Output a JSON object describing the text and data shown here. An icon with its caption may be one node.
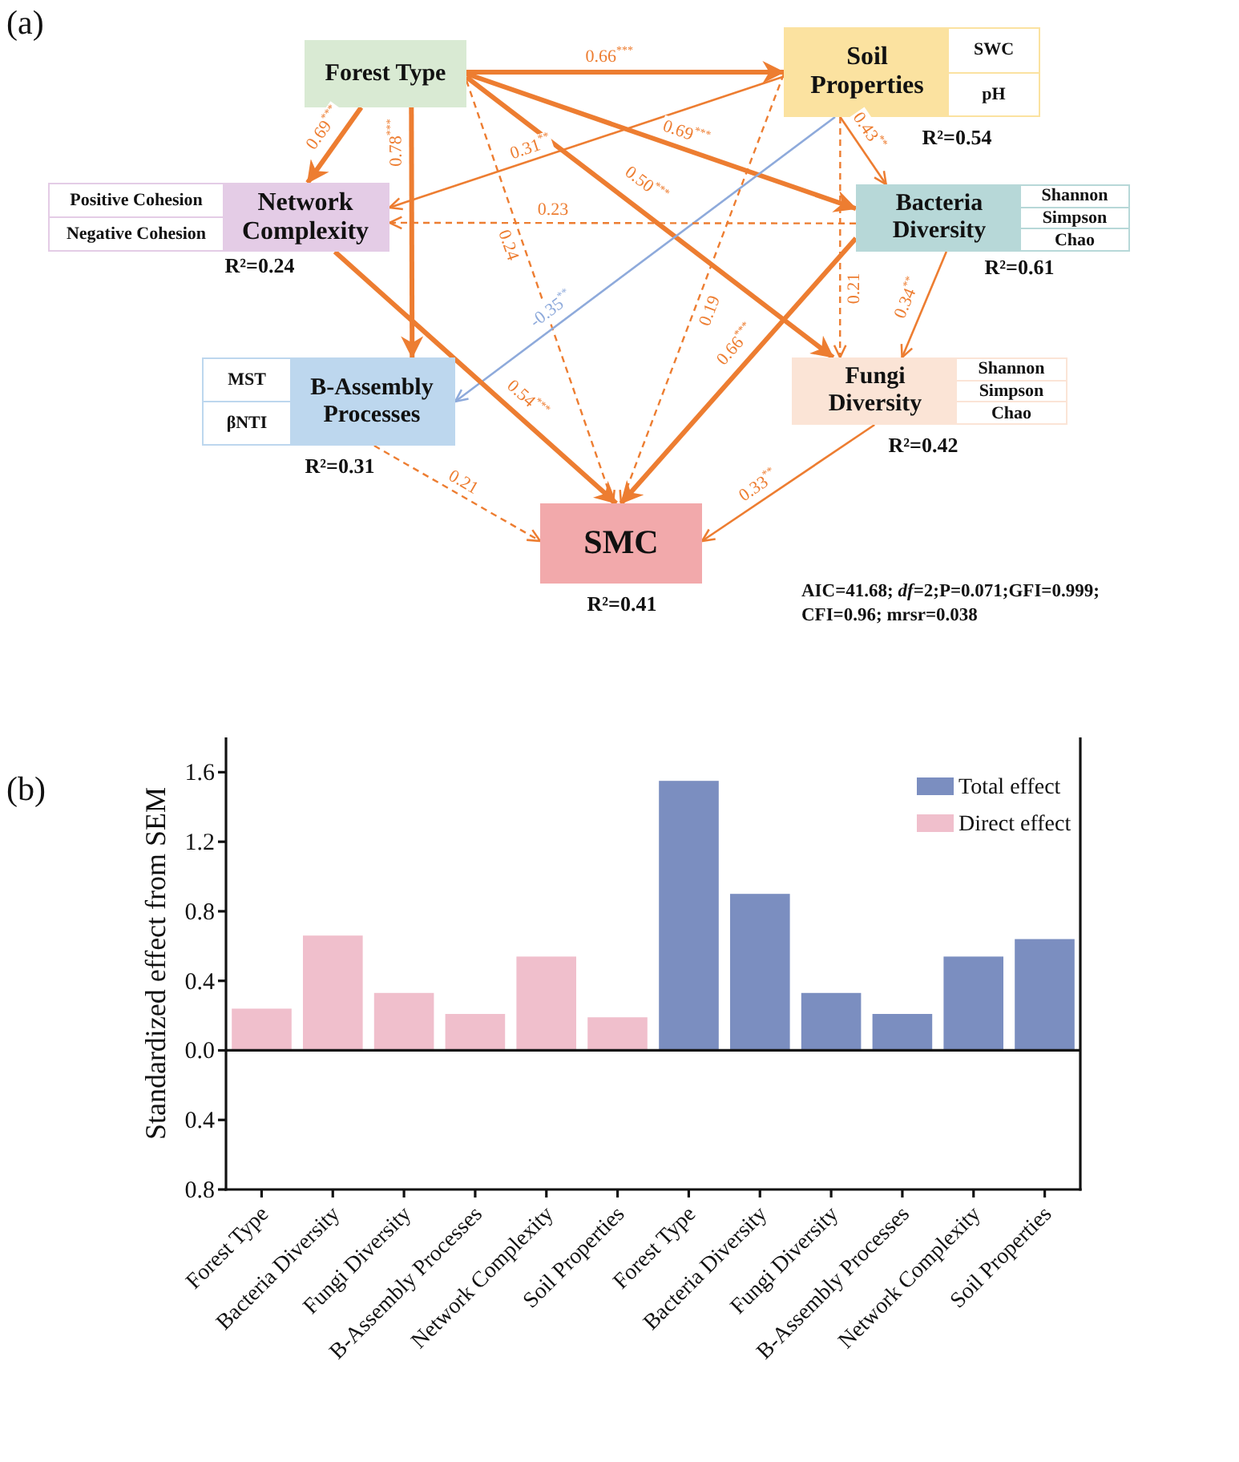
{
  "diagram": {
    "nodes": [
      {
        "text": [
          "Forest Type"
        ]
      },
      {
        "text": [
          "Soil Properties",
          "SWC",
          "pH"
        ],
        "beside": [
          "R²=0.54"
        ]
      },
      {
        "text": [
          "Positive Cohesion",
          "Negative Cohesion",
          "Network Complexity"
        ],
        "beside": [
          "R²=0.24"
        ]
      },
      {
        "text": [
          "Bacteria Diversity",
          "Shannon",
          "Simpson",
          "Chao"
        ],
        "beside": [
          "R²=0.61"
        ]
      },
      {
        "text": [
          "MST",
          "βNTI",
          "B-Assembly Processes"
        ],
        "beside": [
          "R²=0.31"
        ]
      },
      {
        "text": [
          "Fungi Diversity",
          "Shannon",
          "Simpson",
          "Chao"
        ],
        "beside": [
          "R²=0.42"
        ]
      },
      {
        "text": [
          "SMC"
        ],
        "beside": [
          "R²=0.41"
        ]
      }
    ],
    "edges": [
      {
        "from": 0,
        "to": 1,
        "arrow": "to",
        "label": "0.66$^{***}$",
        "style": "thick"
      },
      {
        "from": 0,
        "to": 2,
        "arrow": "to",
        "label": "0.69$^{***}$",
        "style": "thick"
      },
      {
        "from": 0,
        "to": 4,
        "arrow": "to",
        "label": "0.78$^{***}$",
        "style": "thick"
      },
      {
        "from": 0,
        "to": 6,
        "arrow": "to",
        "label": "0.24",
        "style": "dashed"
      },
      {
        "from": 0,
        "to": 3,
        "arrow": "to",
        "label": "0.69$^{***}$",
        "style": "thick"
      },
      {
        "from": 0,
        "to": 5,
        "arrow": "to",
        "label": "0.50$^{***}$",
        "style": "thick"
      },
      {
        "from": 1,
        "to": 2,
        "arrow": "to",
        "label": "0.31$^{**}$"
      },
      {
        "from": 1,
        "to": 3,
        "arrow": "to",
        "label": "0.43$^{**}$"
      },
      {
        "from": 1,
        "to": 4,
        "arrow": "to",
        "label": "-0.35$^{**}$",
        "color": "#8eaadb"
      },
      {
        "from": 1,
        "to": 6,
        "arrow": "to",
        "label": "0.19",
        "style": "dashed"
      },
      {
        "from": 1,
        "to": 5,
        "arrow": "to",
        "label": "0.21",
        "style": "dashed"
      },
      {
        "from": 2,
        "to": 6,
        "arrow": "to",
        "label": "0.54$^{***}$",
        "style": "thick"
      },
      {
        "from": 3,
        "to": 2,
        "arrow": "to",
        "label": "0.23",
        "style": "dashed"
      },
      {
        "from": 3,
        "to": 6,
        "arrow": "to",
        "label": "0.66$^{***}$",
        "style": "thick"
      },
      {
        "from": 3,
        "to": 5,
        "arrow": "to",
        "label": "0.34$^{**}$"
      },
      {
        "from": 4,
        "to": 6,
        "arrow": "to",
        "label": "0.21",
        "style": "dashed"
      },
      {
        "from": 5,
        "to": 6,
        "arrow": "to",
        "label": "0.33$^{**}$"
      }
    ],
    "labels": [
      "(a)",
      "AIC=41.68; *df*=2;P=0.071;GFI=0.999; CFI=0.96; mrsr=0.038",
      "(b)"
    ],
    "chart_data": {
      "type": "bar",
      "ylabel": "Standardized effect from SEM",
      "categories": [
        "Forest Type",
        "Bacteria Diversity",
        "Fungi Diversity",
        "B-Assembly Processes",
        "Network Complexity",
        "Soil Properties",
        "Forest Type",
        "Bacteria Diversity",
        "Fungi Diversity",
        "B-Assembly Processes",
        "Network Complexity",
        "Soil Properties"
      ],
      "series": [
        {
          "name": "Total effect",
          "color": "#7b8ec0",
          "values": [
            null,
            null,
            null,
            null,
            null,
            null,
            1.55,
            0.9,
            0.33,
            0.21,
            0.54,
            0.64
          ]
        },
        {
          "name": "Direct effect",
          "color": "#f0bfcc",
          "values": [
            0.24,
            0.66,
            0.33,
            0.21,
            0.54,
            0.19,
            null,
            null,
            null,
            null,
            null,
            null
          ]
        }
      ],
      "ylim": [
        -0.8,
        1.8
      ],
      "yticks": [
        {
          "value": -0.8,
          "label": "0.8"
        },
        {
          "value": -0.4,
          "label": "0.4"
        },
        {
          "value": 0,
          "label": "0.0"
        },
        0.4,
        0.8,
        1.2,
        1.6
      ],
      "legend": "upper right"
    }
  }
}
